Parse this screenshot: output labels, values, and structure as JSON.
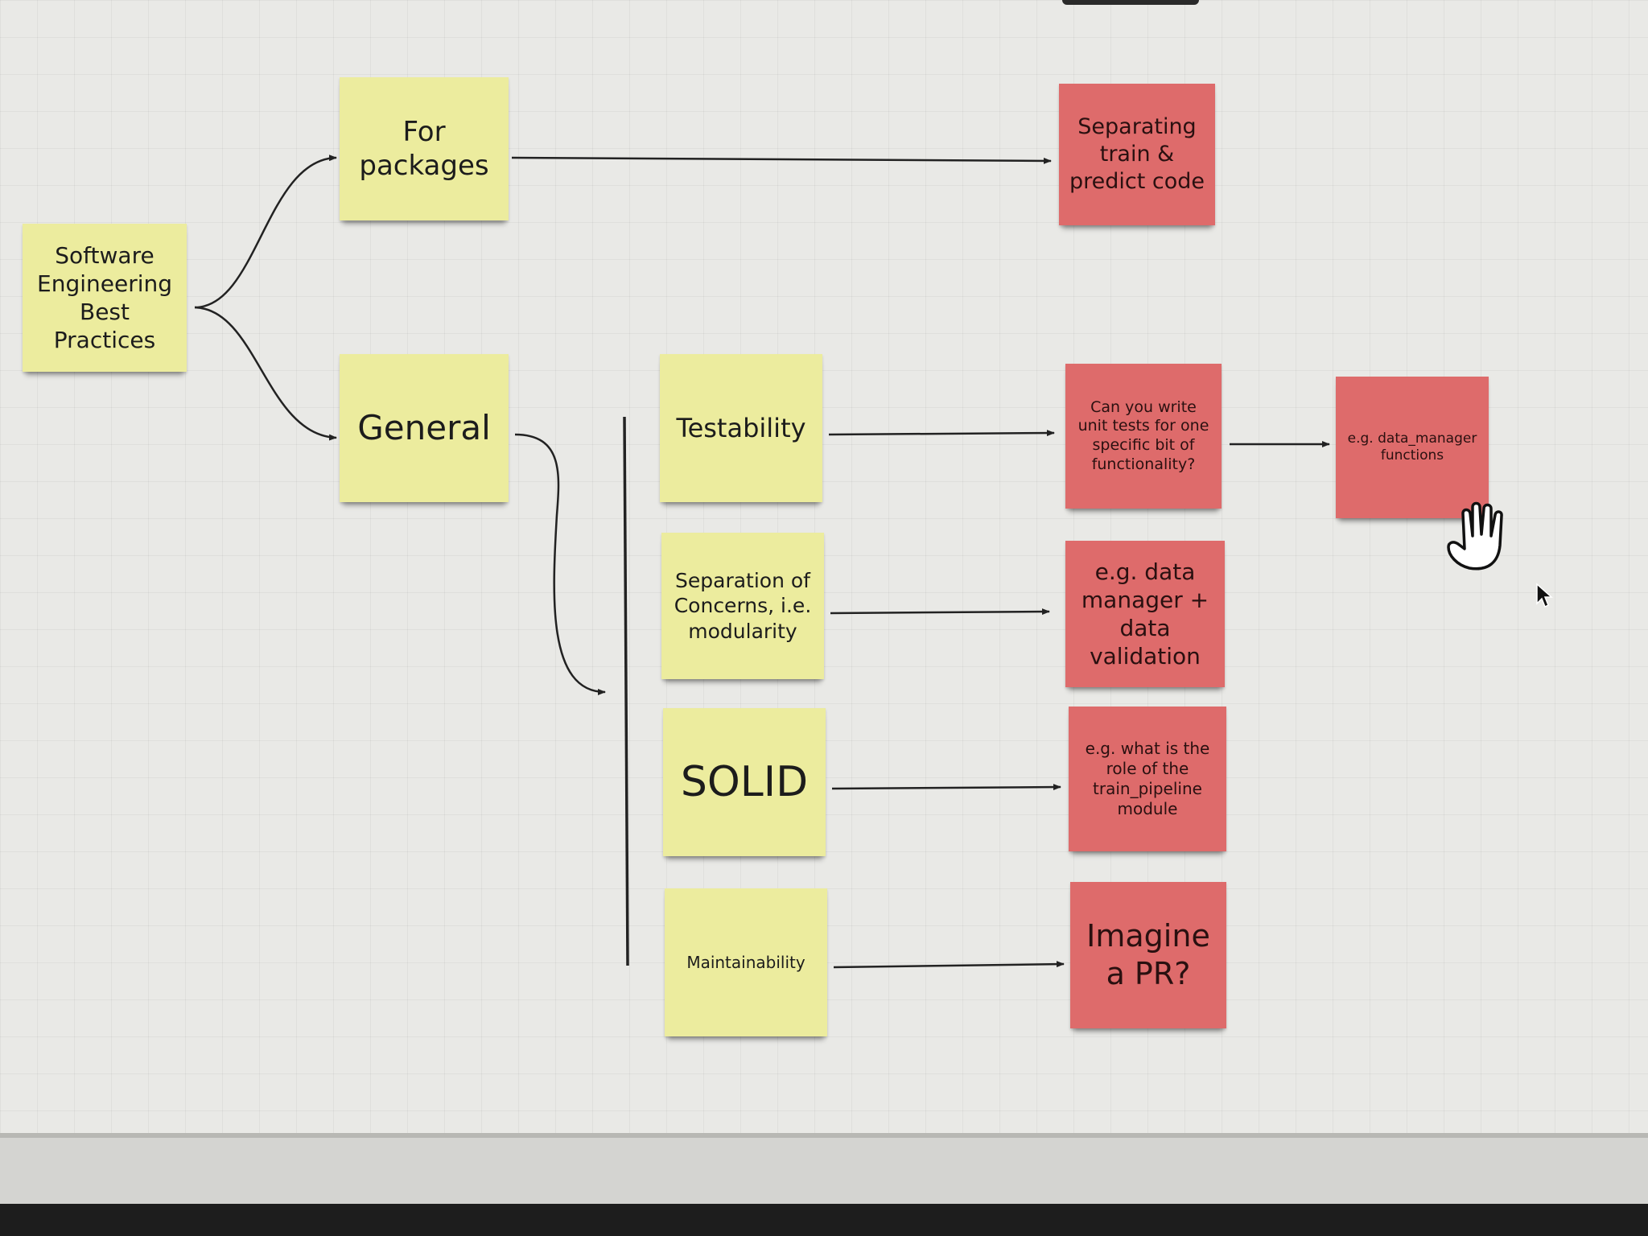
{
  "root": {
    "label": "Software Engineering Best Practices"
  },
  "branches": {
    "packages": {
      "label": "For packages"
    },
    "general": {
      "label": "General"
    }
  },
  "topics": [
    {
      "label": "Testability"
    },
    {
      "label": "Separation of Concerns, i.e. modularity"
    },
    {
      "label": "SOLID"
    },
    {
      "label": "Maintainability"
    }
  ],
  "details": {
    "packages": "Separating train & predict code",
    "testability": "Can you write unit tests for one specific bit of functionality?",
    "testability_example": "e.g. data_manager functions",
    "separation": "e.g. data manager + data validation",
    "solid": "e.g. what is the role of the train_pipeline module",
    "maintainability": "Imagine a PR?"
  },
  "colors": {
    "yellow_note": "#ecec9e",
    "red_note": "#de6b6b",
    "board": "#e9e9e6",
    "connector": "#222222"
  },
  "icons": [
    "hand-cursor-icon",
    "arrow-cursor-icon"
  ]
}
